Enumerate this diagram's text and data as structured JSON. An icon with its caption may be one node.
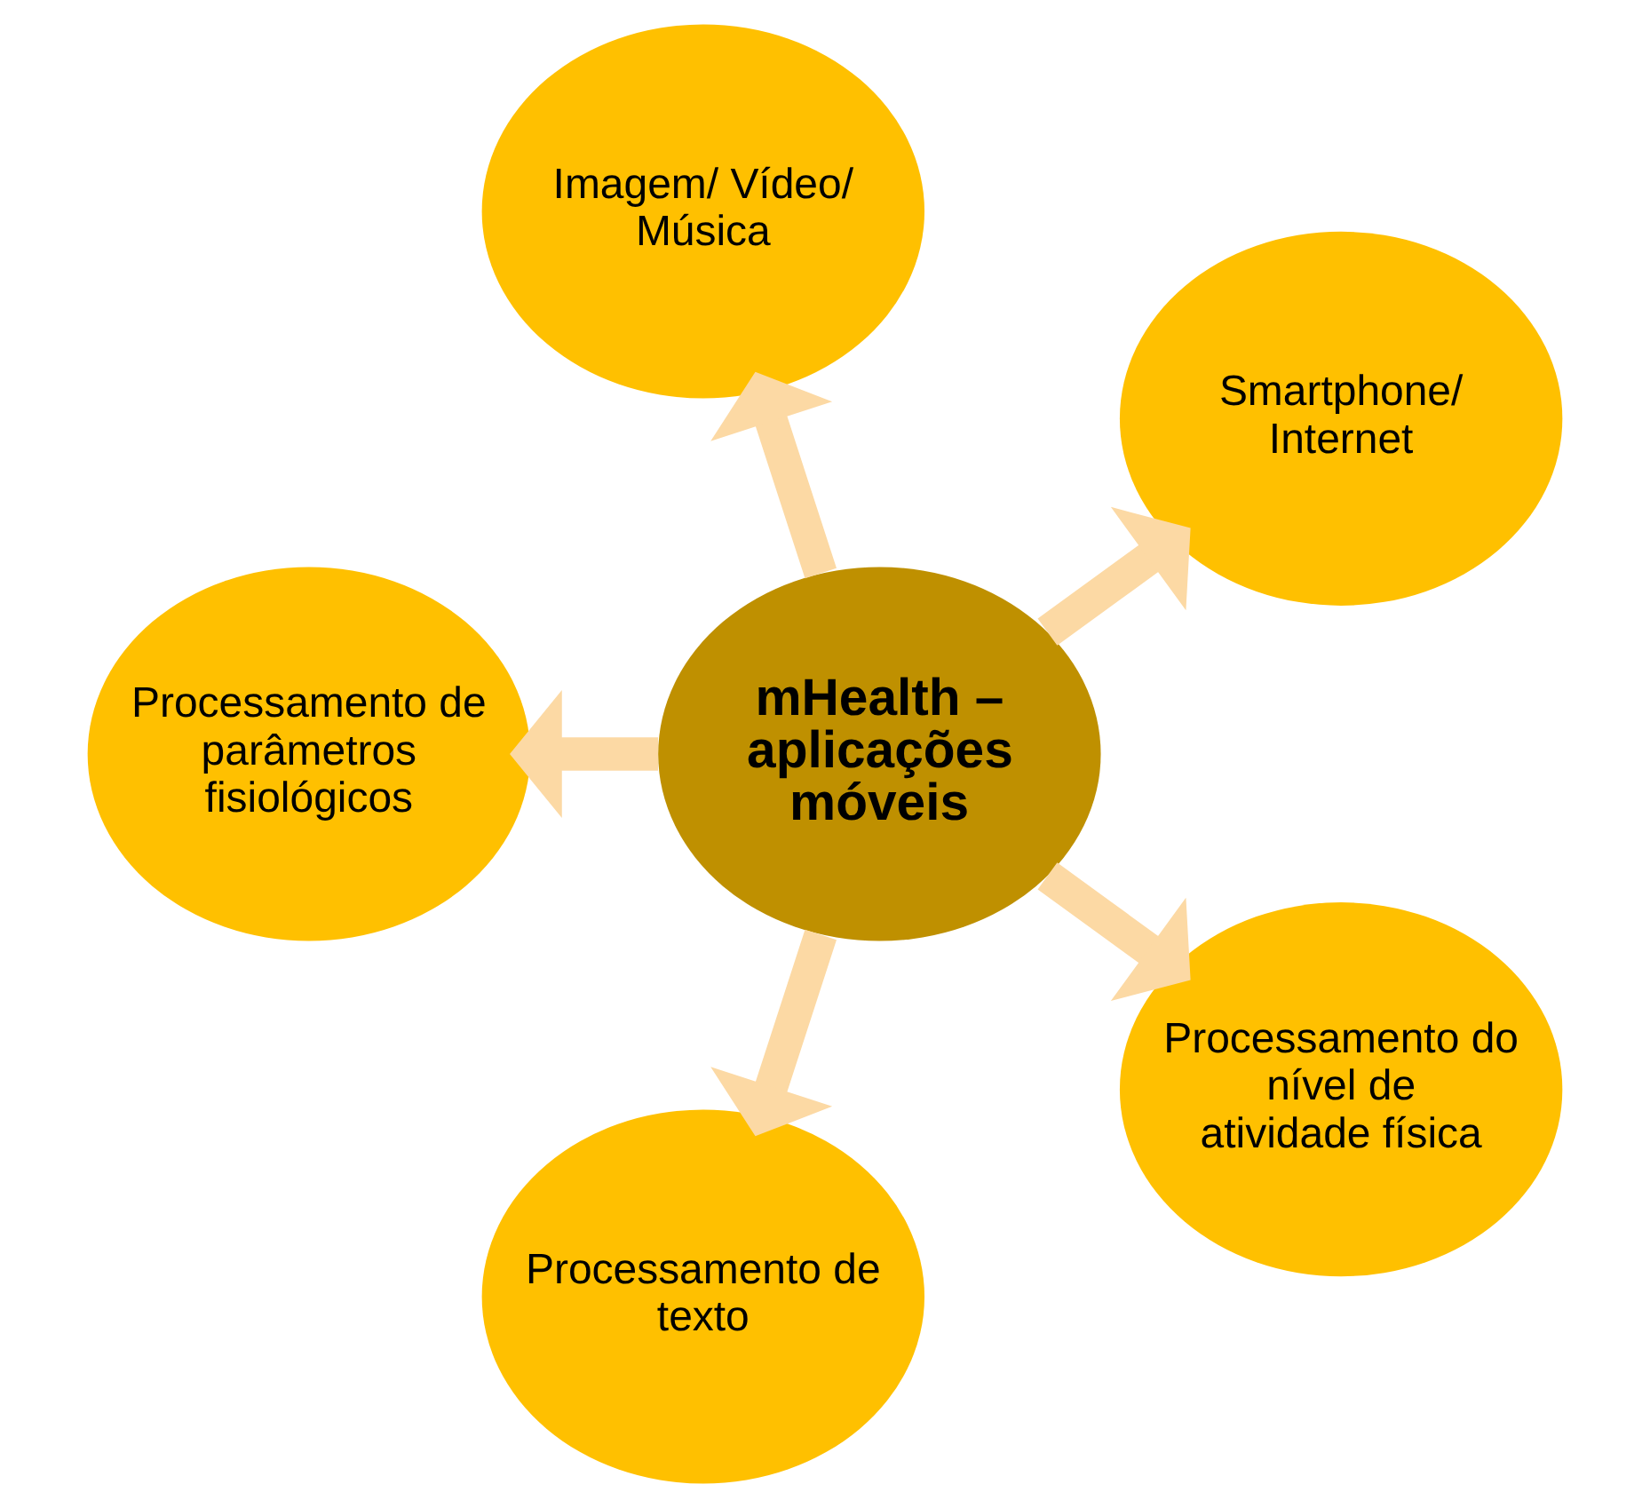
{
  "diagram": {
    "nodes": [
      {
        "text": [
          "mHealth – aplicações móveis"
        ]
      },
      {
        "text": [
          "Smartphone/ Internet"
        ]
      },
      {
        "text": [
          "Imagem/ Vídeo/ Música"
        ]
      },
      {
        "text": [
          "Processamento de parâmetros fisiológicos"
        ]
      },
      {
        "text": [
          "Processamento de texto"
        ]
      },
      {
        "text": [
          "Processamento do nível de atividade física"
        ]
      }
    ],
    "edges": [
      {
        "from": 0,
        "to": 1,
        "arrow": "to"
      },
      {
        "from": 0,
        "to": 2,
        "arrow": "to"
      },
      {
        "from": 0,
        "to": 3,
        "arrow": "to"
      },
      {
        "from": 0,
        "to": 4,
        "arrow": "to"
      },
      {
        "from": 0,
        "to": 5,
        "arrow": "to"
      }
    ]
  }
}
